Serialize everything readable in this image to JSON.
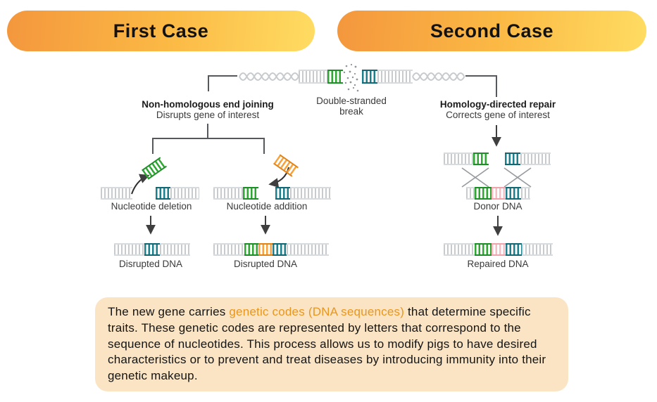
{
  "header": {
    "first_case": "First Case",
    "second_case": "Second Case"
  },
  "diagram": {
    "break_label": "Double-stranded break",
    "nhej": {
      "title": "Non-homologous end joining",
      "subtitle": "Disrupts gene of interest",
      "deletion_label": "Nucleotide deletion",
      "addition_label": "Nucleotide addition",
      "deletion_result": "Disrupted DNA",
      "addition_result": "Disrupted DNA"
    },
    "hdr": {
      "title": "Homology-directed repair",
      "subtitle": "Corrects gene of interest",
      "donor_label": "Donor DNA",
      "result": "Repaired DNA"
    }
  },
  "note": {
    "before": "The new gene carries ",
    "highlight": "genetic codes (DNA sequences)",
    "after": " that determine specific traits. These genetic codes are represented by letters that correspond to the sequence of nucleotides. This process allows us to modify pigs to have desired characteristics or to prevent and treat diseases by introducing immunity into their genetic makeup."
  },
  "colors": {
    "green": "#2FA733",
    "green-rail": "#1E8F28",
    "teal": "#1C7F8C",
    "teal-rail": "#136874",
    "orange": "#F9A23B",
    "orange-rail": "#E08318",
    "pink": "#F6BDC4",
    "pink-rail": "#EFA3AD",
    "gray": "#C7CBCE",
    "gray-rail": "#D8DBDD",
    "pill-start": "#F4973E",
    "pill-mid": "#FBB944",
    "pill-end": "#FFDC62",
    "note-bg": "#FBE4C3",
    "note-highlight": "#E9961F",
    "line": "#55595E",
    "arrow": "#3F3F3F",
    "helix": "#C7CBCE",
    "cross": "#969A9E",
    "debris": "#8E959B"
  }
}
